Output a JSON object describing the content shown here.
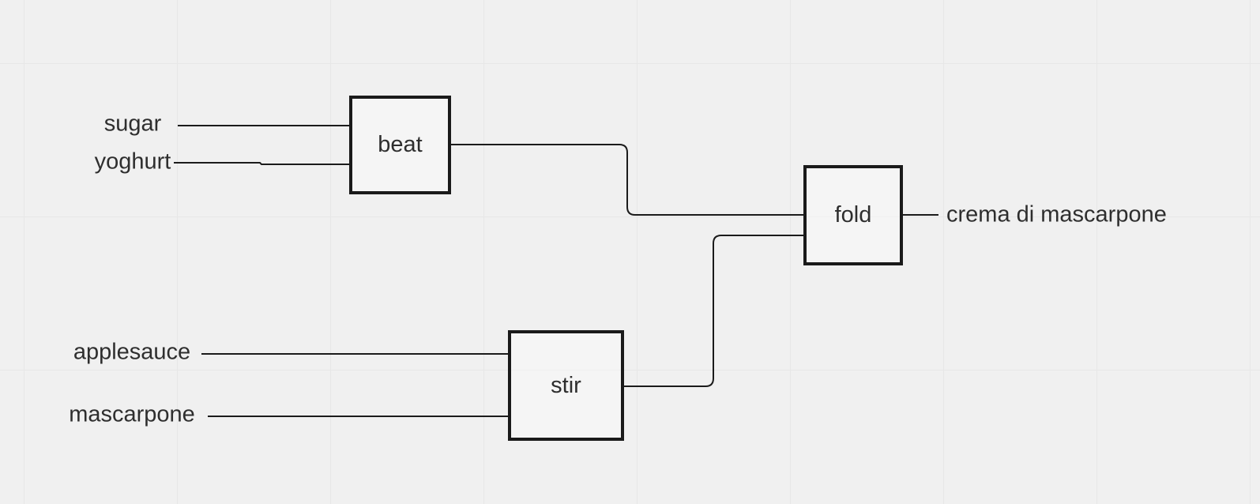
{
  "diagram": {
    "type": "recipe-flowchart",
    "nodes": [
      {
        "label": "beat"
      },
      {
        "label": "stir"
      },
      {
        "label": "fold"
      }
    ],
    "inputs": [
      {
        "label": "sugar"
      },
      {
        "label": "yoghurt"
      },
      {
        "label": "applesauce"
      },
      {
        "label": "mascarpone"
      }
    ],
    "outputs": [
      {
        "label": "crema di mascarpone"
      }
    ],
    "edges": [
      {
        "from": "sugar",
        "to": "beat"
      },
      {
        "from": "yoghurt",
        "to": "beat"
      },
      {
        "from": "applesauce",
        "to": "stir"
      },
      {
        "from": "mascarpone",
        "to": "stir"
      },
      {
        "from": "beat",
        "to": "fold"
      },
      {
        "from": "stir",
        "to": "fold"
      },
      {
        "from": "fold",
        "to": "crema di mascarpone"
      }
    ],
    "colors": {
      "background": "#f0f0f0",
      "grid_line": "#e7e7e7",
      "edge_stroke": "#1b1b1b",
      "node_border": "#1a1a1a",
      "text": "#2e2e2e"
    }
  }
}
